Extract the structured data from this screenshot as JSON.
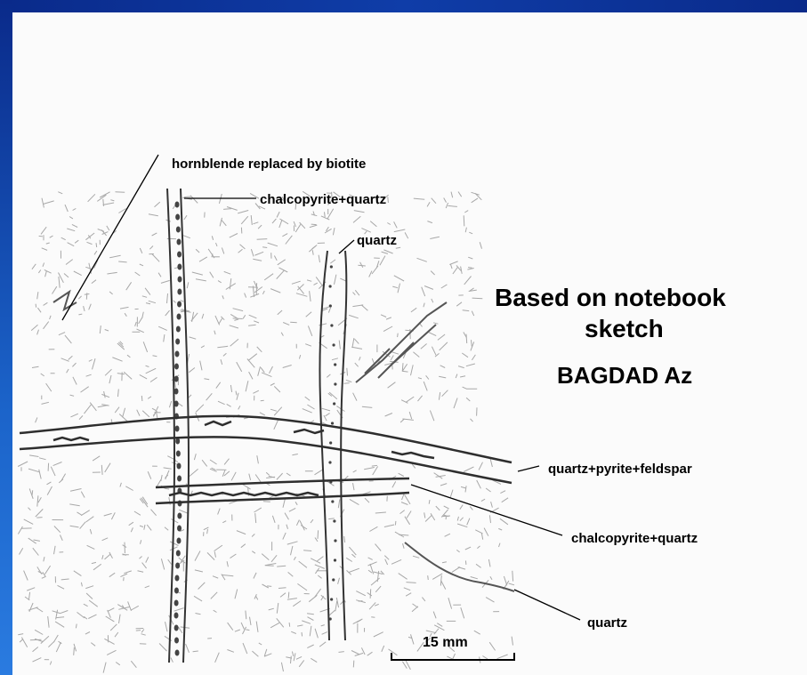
{
  "labels": {
    "hornblende": "hornblende replaced by biotite",
    "chalcopyrite_top": "chalcopyrite+quartz",
    "quartz_top": "quartz",
    "quartz_pyrite_feldspar": "quartz+pyrite+feldspar",
    "chalcopyrite_bottom": "chalcopyrite+quartz",
    "quartz_bottom": "quartz"
  },
  "title": {
    "line1": "Based on notebook",
    "line2": "sketch",
    "line3": "BAGDAD Az"
  },
  "scale_bar": {
    "label": "15 mm"
  },
  "colors": {
    "frame": "#0b2a86",
    "sheet": "#fbfbfb",
    "sketch_ink": "#9a9a9a",
    "vein_ink": "#333333"
  }
}
